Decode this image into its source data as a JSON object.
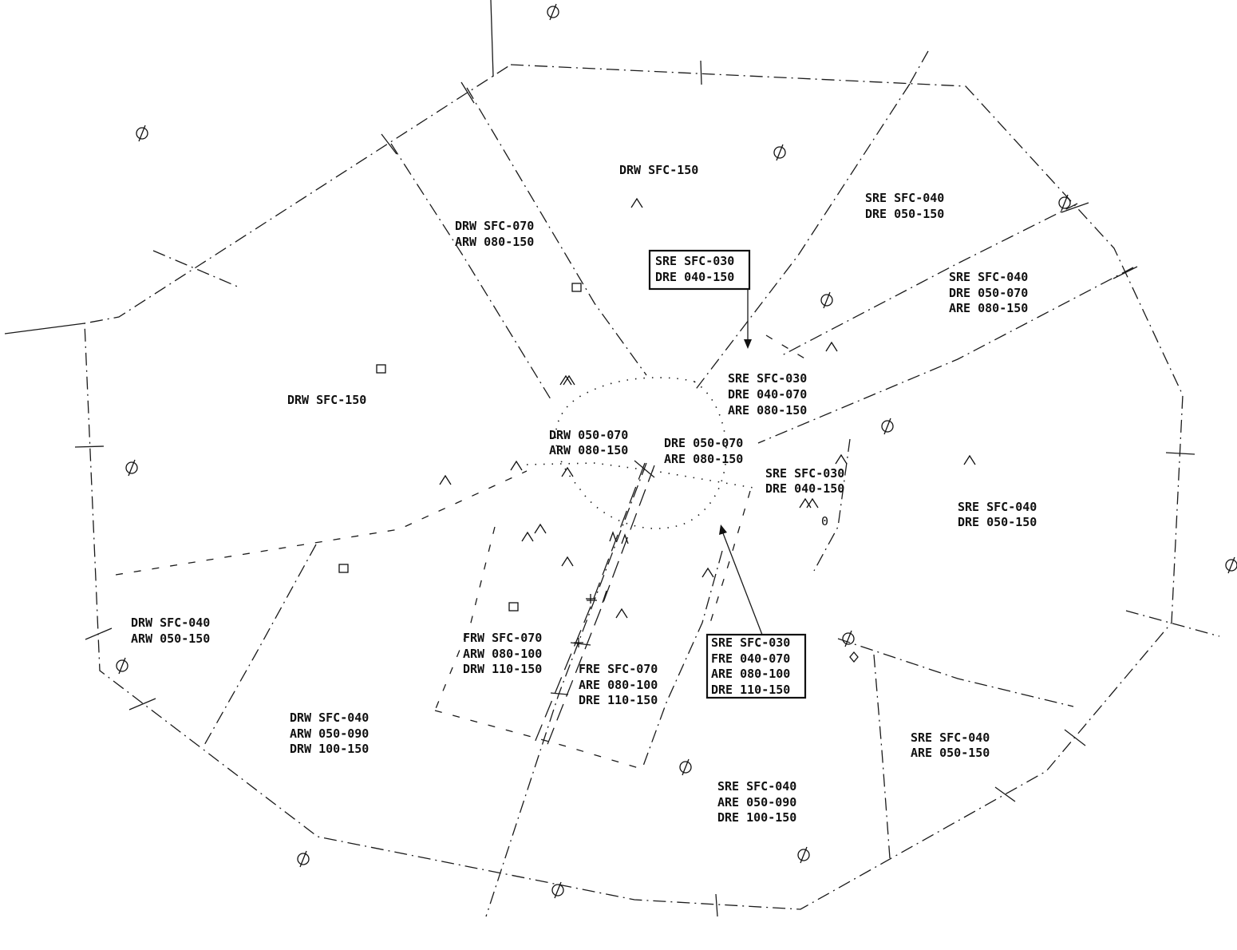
{
  "map": {
    "ink_color": "#111111",
    "background_color": "#ffffff",
    "sector_labels": [
      {
        "id": "n-top",
        "lines": [
          "DRW SFC-150"
        ]
      },
      {
        "id": "nw-inner",
        "lines": [
          "DRW SFC-070",
          "ARW 080-150"
        ]
      },
      {
        "id": "ne-1",
        "lines": [
          "SRE SFC-040",
          "DRE 050-150"
        ]
      },
      {
        "id": "ne-2",
        "lines": [
          "SRE SFC-040",
          "DRE 050-070",
          "ARE 080-150"
        ]
      },
      {
        "id": "w-main",
        "lines": [
          "DRW SFC-150"
        ]
      },
      {
        "id": "ne-inner",
        "lines": [
          "SRE SFC-030",
          "DRE 040-070",
          "ARE 080-150"
        ]
      },
      {
        "id": "c-left",
        "lines": [
          "DRW 050-070",
          "ARW 080-150"
        ]
      },
      {
        "id": "c-right",
        "lines": [
          "DRE 050-070",
          "ARE 080-150"
        ]
      },
      {
        "id": "e-inner",
        "lines": [
          "SRE SFC-030",
          "DRE 040-150"
        ]
      },
      {
        "id": "e-main",
        "lines": [
          "SRE SFC-040",
          "DRE 050-150"
        ]
      },
      {
        "id": "sw-1",
        "lines": [
          "DRW SFC-040",
          "ARW 050-150"
        ]
      },
      {
        "id": "s-runway-w",
        "lines": [
          "FRW SFC-070",
          "ARW 080-100",
          "DRW 110-150"
        ]
      },
      {
        "id": "s-runway-e",
        "lines": [
          "FRE SFC-070",
          "ARE 080-100",
          "DRE 110-150"
        ]
      },
      {
        "id": "sw-2",
        "lines": [
          "DRW SFC-040",
          "ARW 050-090",
          "DRW 100-150"
        ]
      },
      {
        "id": "se-1",
        "lines": [
          "SRE SFC-040",
          "ARE 050-150"
        ]
      },
      {
        "id": "s-main",
        "lines": [
          "SRE SFC-040",
          "ARE 050-090",
          "DRE 100-150"
        ]
      }
    ],
    "callouts": [
      {
        "id": "callout-north",
        "lines": [
          "SRE SFC-030",
          "DRE 040-150"
        ]
      },
      {
        "id": "callout-south",
        "lines": [
          "SRE SFC-030",
          "FRE 040-070",
          "ARE 080-100",
          "DRE 110-150"
        ]
      }
    ],
    "symbols": {
      "obstacle_icon": "circle-slash",
      "peak_icon": "caret-peak",
      "building_icon": "square",
      "beacon_icon": "diamond"
    },
    "isolated_glyph": "0"
  }
}
